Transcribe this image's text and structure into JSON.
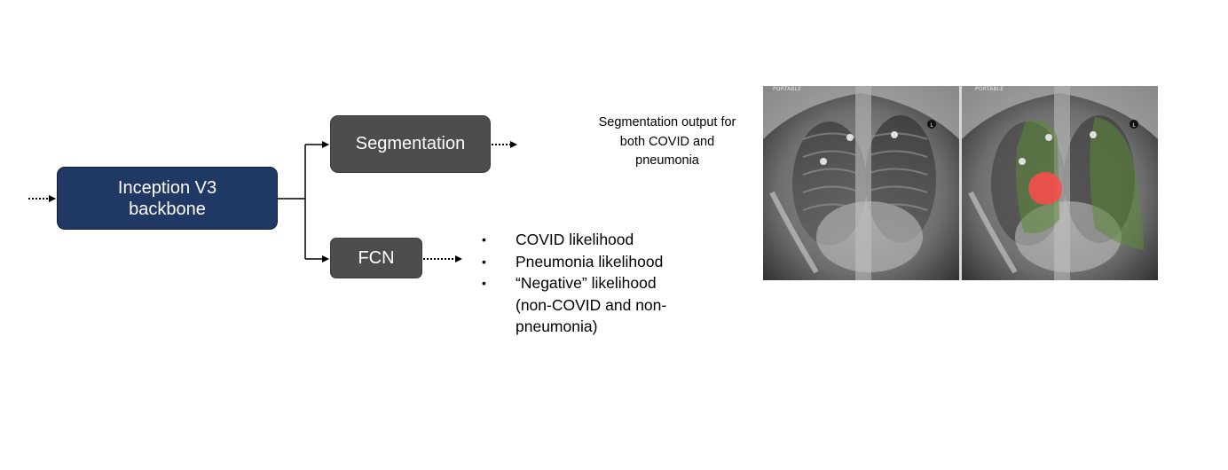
{
  "nodes": {
    "backbone": {
      "label": "Inception V3 backbone"
    },
    "segmentation": {
      "label": "Segmentation"
    },
    "fcn": {
      "label": "FCN"
    }
  },
  "segmentation_output": {
    "caption": "Segmentation output for both COVID and pneumonia"
  },
  "fcn_outputs": [
    {
      "bullet": "•",
      "text": "COVID likelihood"
    },
    {
      "bullet": "•",
      "text": "Pneumonia likelihood"
    },
    {
      "bullet": "•",
      "text": "“Negative” likelihood (non-COVID and non-pneumonia)"
    }
  ],
  "xray_images": {
    "left_tag": "PORTABLE",
    "right_tag": "PORTABLE",
    "left_marker": "L",
    "right_marker": "L"
  },
  "colors": {
    "backbone_fill": "#1f3864",
    "module_fill": "#4d4d4d",
    "lung_overlay": "#5b8a3a",
    "lesion_overlay": "#ff4b4b"
  }
}
